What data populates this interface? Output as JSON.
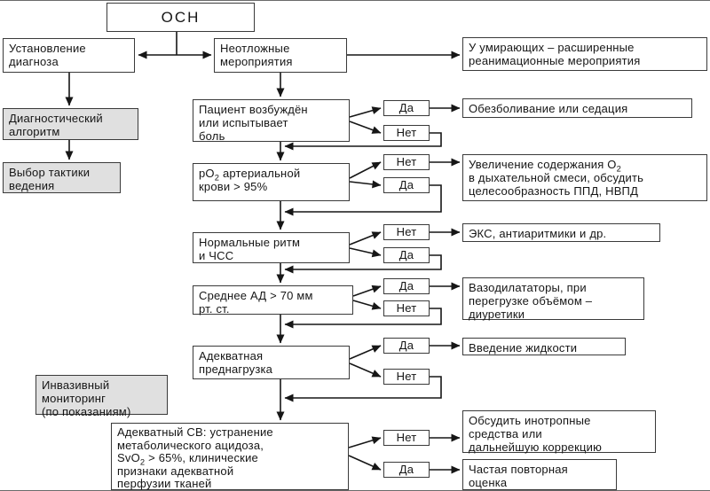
{
  "labels": {
    "yes": "Да",
    "no": "Нет"
  },
  "colors": {
    "box_border": "#3a3a3a",
    "shaded_box_bg": "#e0e0e0",
    "line": "#161616",
    "background": "#ffffff"
  },
  "nodes": {
    "osn": {
      "label": "ОСН"
    },
    "ustanovlenie": {
      "label": "Установление\nдиагноза"
    },
    "neotlozhnye": {
      "label": "Неотложные\nмероприятия"
    },
    "umirayushchie": {
      "label": "У умирающих – расширенные\nреанимационные мероприятия"
    },
    "diagnostichesky": {
      "label": "Диагностический\nалгоритм"
    },
    "vybor": {
      "label": "Выбор тактики\nведения"
    },
    "pacient": {
      "label": "Пациент возбуждён\nили испытывает\nболь"
    },
    "obezbolivanie": {
      "label": "Обезболивание или седация"
    },
    "po2": {
      "pre": "рО",
      "sub": "2",
      "post": " артериальной\nкрови > 95%"
    },
    "uvelichenie": {
      "pre": "Увеличение содержания О",
      "sub": "2",
      "post": "\nв дыхательной смеси, обсудить\nцелесообразность ППД, НВПД"
    },
    "normalnye": {
      "label": "Нормальные ритм\nи ЧСС"
    },
    "eks": {
      "label": "ЭКС, антиаритмики и др."
    },
    "srednee": {
      "label": "Среднее АД > 70 мм\nрт. ст."
    },
    "vazodilatatory": {
      "label": "Вазодилататоры, при\nперегрузке объёмом –\nдиуретики"
    },
    "adekvatnaya": {
      "label": "Адекватная\nпреднагрузка"
    },
    "vvedenie": {
      "label": "Введение жидкости"
    },
    "invazivny": {
      "label": "Инвазивный\nмониторинг\n(по показаниям)"
    },
    "adekvatny_sv": {
      "pre": "Адекватный СВ: устранение\nметаболического ацидоза,\nSvO",
      "sub": "2",
      "post": " > 65%, клинические\nпризнаки адекватной\nперфузии тканей"
    },
    "obsudit": {
      "label": "Обсудить инотропные\nсредства или\nдальнейшую коррекцию"
    },
    "chastaya": {
      "label": "Частая повторная\nоценка"
    }
  }
}
